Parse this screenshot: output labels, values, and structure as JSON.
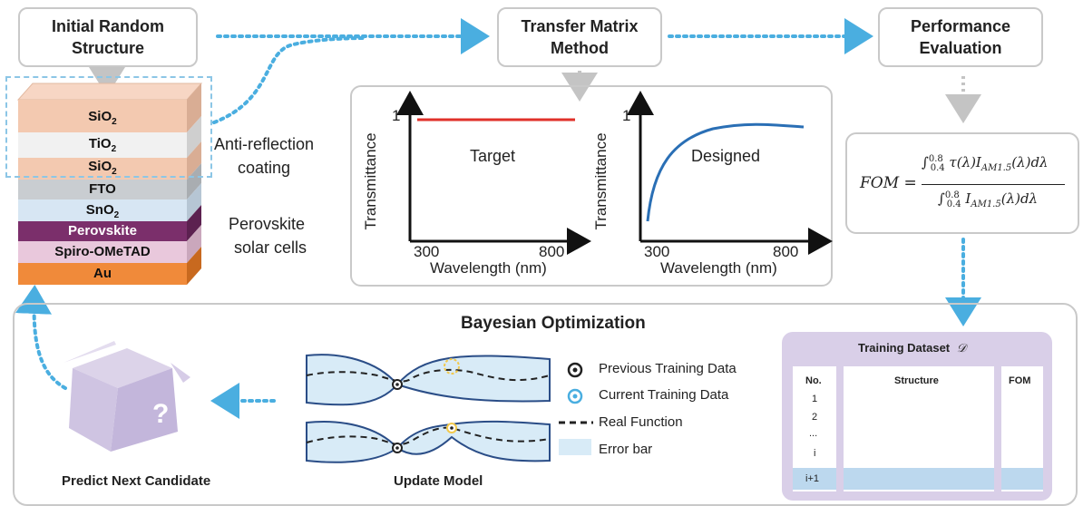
{
  "steps": {
    "initial": [
      "Initial Random",
      "Structure"
    ],
    "tmm": [
      "Transfer Matrix",
      "Method"
    ],
    "perf": [
      "Performance",
      "Evaluation"
    ]
  },
  "stack": {
    "layers": [
      {
        "name": "SiO",
        "sub": "2",
        "color": "#f3c9b0"
      },
      {
        "name": "TiO",
        "sub": "2",
        "color": "#f1f1f1"
      },
      {
        "name": "SiO",
        "sub": "2",
        "color": "#f3c9b0"
      },
      {
        "name": "FTO",
        "sub": "",
        "color": "#c9cdd1"
      },
      {
        "name": "SnO",
        "sub": "2",
        "color": "#d7e6f3"
      },
      {
        "name": "Perovskite",
        "sub": "",
        "color": "#7b2f6b"
      },
      {
        "name": "Spiro-OMeTAD",
        "sub": "",
        "color": "#e9c8dc"
      },
      {
        "name": "Au",
        "sub": "",
        "color": "#f08a3a"
      }
    ],
    "arc_label": [
      "Anti-reflection",
      "coating"
    ],
    "psc_label": [
      "Perovskite",
      "solar cells"
    ]
  },
  "charts": {
    "target": {
      "title": "Target",
      "ylabel": "Transmittance",
      "xlabel": "Wavelength (nm)",
      "ytick": "1",
      "xticks": [
        "300",
        "800"
      ],
      "color": "#e0302a"
    },
    "designed": {
      "title": "Designed",
      "ylabel": "Transmittance",
      "xlabel": "Wavelength (nm)",
      "ytick": "1",
      "xticks": [
        "300",
        "800"
      ],
      "color": "#2a6fb5"
    }
  },
  "fom": {
    "lhs": "FOM =",
    "numerator": "τ(λ)I",
    "num_sub": "AM1.5",
    "num_tail": "(λ)dλ",
    "denominator": "I",
    "den_sub": "AM1.5",
    "den_tail": "(λ)dλ",
    "upper": "0.8",
    "lower": "0.4"
  },
  "bayes": {
    "title": "Bayesian Optimization",
    "update_label": "Update Model",
    "predict_label": "Predict Next Candidate",
    "unknown_mark": "?",
    "legend": [
      "Previous Training Data",
      "Current Training Data",
      "Real Function",
      "Error bar"
    ]
  },
  "dataset": {
    "title": "Training Dataset",
    "symbol": "𝒟",
    "headers": [
      "No.",
      "Structure",
      "FOM"
    ],
    "rows": [
      "1",
      "2",
      "...",
      "i"
    ],
    "last_row": "i+1"
  },
  "colors": {
    "arrow": "#4aaee0",
    "box_border": "#c9c9c9",
    "dataset_bg": "#d9cfe8",
    "errorbar": "#d8ebf7",
    "curve": "#2a4d87"
  }
}
